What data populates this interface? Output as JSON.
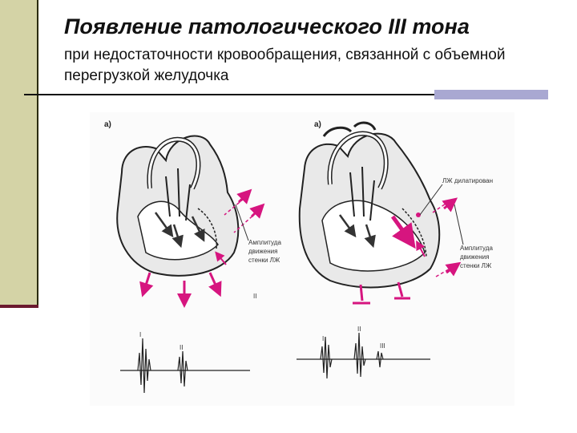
{
  "slide": {
    "title": "Появление патологического III тона",
    "subtitle": "при недостаточности кровообращения, связанной с объемной перегрузкой желудочка"
  },
  "figure": {
    "left_panel_letter": "а)",
    "right_panel_letter": "а)",
    "left_amplitude_label_1": "Амплитуда",
    "left_amplitude_label_2": "движения",
    "left_amplitude_label_3": "стенки ЛЖ",
    "left_tone_label": "II",
    "right_dilation_label": "ЛЖ дилатирован",
    "right_amplitude_label_1": "Амплитуда",
    "right_amplitude_label_2": "движения",
    "right_amplitude_label_3": "стенки ЛЖ",
    "left_pcg_tone_1": "I",
    "left_pcg_tone_2": "II",
    "right_pcg_tone_1": "I",
    "right_pcg_tone_2": "II",
    "right_pcg_tone_3": "III"
  },
  "colors": {
    "accent_arrow": "#d6157f",
    "sidebar": "#d4d3a6",
    "rule_box": "#a9a8d2"
  }
}
